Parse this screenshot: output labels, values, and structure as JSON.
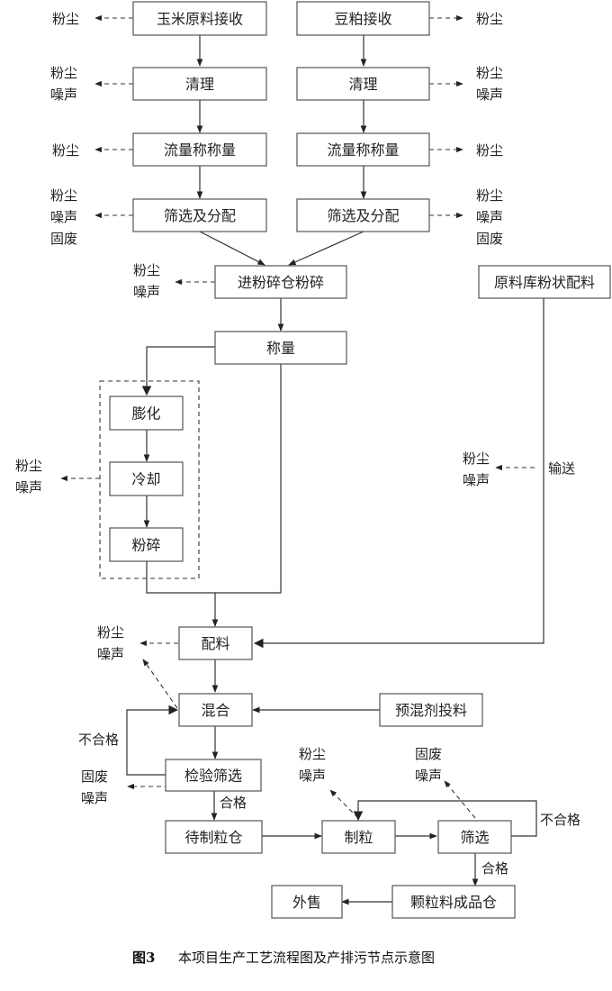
{
  "figure": {
    "caption_number": "图3",
    "caption_title": "本项目生产工艺流程图及产排污节点示意图"
  },
  "nodes": {
    "corn_receive": "玉米原料接收",
    "corn_clean": "清理",
    "corn_weigh": "流量称称量",
    "corn_screen": "筛选及分配",
    "soy_receive": "豆粕接收",
    "soy_clean": "清理",
    "soy_weigh": "流量称称量",
    "soy_screen": "筛选及分配",
    "crush": "进粉碎仓粉碎",
    "powder_store": "原料库粉状配料",
    "weigh": "称量",
    "puff": "膨化",
    "cool": "冷却",
    "grind": "粉碎",
    "batch": "配料",
    "mix": "混合",
    "premix": "预混剂投料",
    "inspect": "检验筛选",
    "pre_pellet_bin": "待制粒仓",
    "pellet": "制粒",
    "screen": "筛选",
    "product_bin": "颗粒料成品仓",
    "sale": "外售"
  },
  "emissions": {
    "corn_receive": [
      "粉尘"
    ],
    "corn_clean": [
      "粉尘",
      "噪声"
    ],
    "corn_weigh": [
      "粉尘"
    ],
    "corn_screen": [
      "粉尘",
      "噪声",
      "固废"
    ],
    "soy_receive": [
      "粉尘"
    ],
    "soy_clean": [
      "粉尘",
      "噪声"
    ],
    "soy_weigh": [
      "粉尘"
    ],
    "soy_screen": [
      "粉尘",
      "噪声",
      "固废"
    ],
    "crush": [
      "粉尘",
      "噪声"
    ],
    "puff_group": [
      "粉尘",
      "噪声"
    ],
    "convey": [
      "粉尘",
      "噪声"
    ],
    "batch_mix": [
      "粉尘",
      "噪声"
    ],
    "inspect": [
      "固废",
      "噪声"
    ],
    "pellet": [
      "粉尘",
      "噪声"
    ],
    "screen": [
      "固废",
      "噪声"
    ]
  },
  "edge_labels": {
    "convey": "输送",
    "inspect_fail": "不合格",
    "inspect_pass": "合格",
    "screen_fail": "不合格",
    "screen_pass": "合格"
  }
}
